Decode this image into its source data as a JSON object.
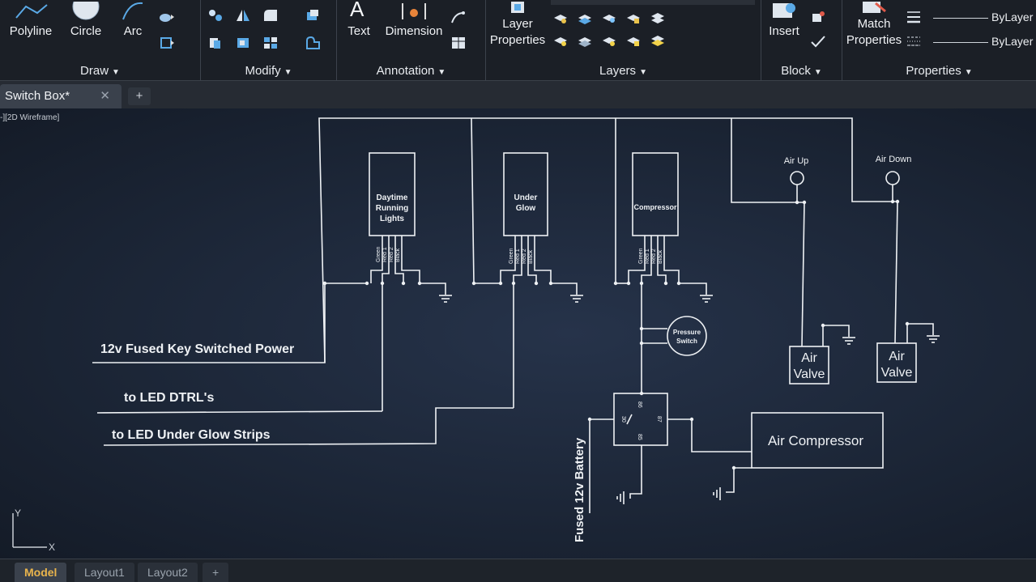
{
  "ribbon": {
    "draw": {
      "title": "Draw",
      "polyline": "Polyline",
      "circle": "Circle",
      "arc": "Arc"
    },
    "modify": {
      "title": "Modify"
    },
    "annotation": {
      "title": "Annotation",
      "text": "Text",
      "dimension": "Dimension"
    },
    "layers": {
      "title": "Layers",
      "layer_properties_line1": "Layer",
      "layer_properties_line2": "Properties"
    },
    "block": {
      "title": "Block",
      "insert": "Insert"
    },
    "properties": {
      "title": "Properties",
      "match_line1": "Match",
      "match_line2": "Properties",
      "color": "ByLayer",
      "linetype": "ByLayer"
    }
  },
  "tabs": {
    "document": "Switch Box*"
  },
  "viewport": {
    "label": "-][2D Wireframe]"
  },
  "drawing": {
    "labels": {
      "power": "12v Fused Key Switched Power",
      "dtrl": "to LED DTRL's",
      "glow": "to LED Under Glow Strips",
      "battery": "Fused 12v Battery",
      "compressor": "Air Compressor",
      "pressure1": "Pressure",
      "pressure2": "Switch",
      "air_up": "Air Up",
      "air_down": "Air Down",
      "valve1a": "Air",
      "valve1b": "Valve",
      "valve2a": "Air",
      "valve2b": "Valve"
    },
    "switches": {
      "s1": {
        "l1": "Daytime",
        "l2": "Running",
        "l3": "Lights"
      },
      "s2": {
        "l1": "Under",
        "l2": "Glow"
      },
      "s3": {
        "l1": "Compressor"
      }
    },
    "pins": [
      "Green",
      "Red 1",
      "Red 2",
      "Black"
    ],
    "relay": {
      "p85": "85",
      "p86": "86",
      "p30": "30",
      "p87": "87"
    }
  },
  "ucs": {
    "x": "X",
    "y": "Y"
  },
  "layouts": {
    "model": "Model",
    "layout1": "Layout1",
    "layout2": "Layout2"
  }
}
